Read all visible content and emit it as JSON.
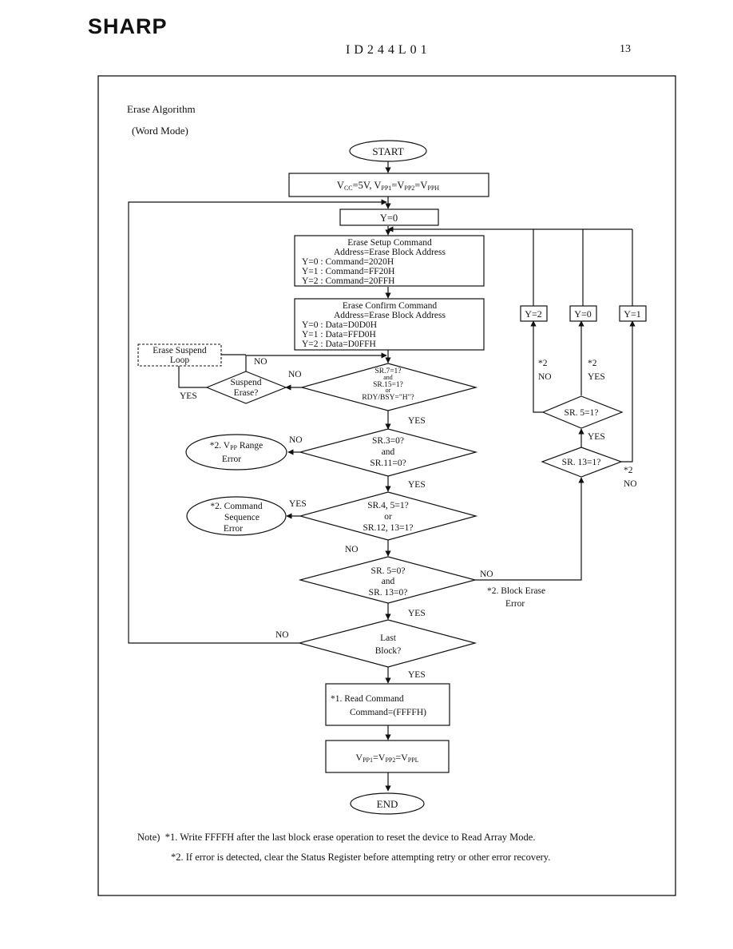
{
  "header": {
    "logo": "SHARP",
    "doc_id": "ID244L01",
    "page_number": "13"
  },
  "diagram": {
    "title": "Erase Algorithm",
    "mode": "(Word Mode)",
    "nodes": {
      "start": "START",
      "vcc_setup": [
        "V",
        "CC",
        "=5V, V",
        "PP1",
        "=V",
        "PP2",
        "=V",
        "PPH"
      ],
      "y_init": "Y=0",
      "erase_setup": [
        "Erase Setup Command",
        "Address=Erase Block Address",
        "Y=0 : Command=2020H",
        "Y=1 : Command=FF20H",
        "Y=2 : Command=20FFH"
      ],
      "erase_confirm": [
        "Erase Confirm Command",
        "Address=Erase Block Address",
        "Y=0 : Data=D0D0H",
        "Y=1 : Data=FFD0H",
        "Y=2 : Data=D0FFH"
      ],
      "suspend_loop": [
        "Erase Suspend",
        "Loop"
      ],
      "suspend_q": [
        "Suspend",
        "Erase?"
      ],
      "status_ready": [
        "SR.7=1?",
        "and",
        "SR.15=1?",
        "or",
        "RDY/BSY=\"H\"?"
      ],
      "vpp_check": [
        "SR.3=0?",
        "and",
        "SR.11=0?"
      ],
      "vpp_error": [
        "*2. V",
        "PP",
        " Range",
        "Error"
      ],
      "seq_check": [
        "SR.4, 5=1?",
        "or",
        "SR.12, 13=1?"
      ],
      "seq_error": [
        "*2. Command",
        "Sequence",
        "Error"
      ],
      "erase_check": [
        "SR. 5=0?",
        "and",
        "SR. 13=0?"
      ],
      "block_error": [
        "*2. Block Erase",
        "Error"
      ],
      "last_block": [
        "Last",
        "Block?"
      ],
      "read_cmd": [
        "*1. Read Command",
        "Command=(FFFFH)"
      ],
      "vpp_off": [
        "V",
        "PP1",
        "=V",
        "PP2",
        "=V",
        "PPL"
      ],
      "end": "END",
      "sr13": "SR. 13=1?",
      "sr5": "SR. 5=1?",
      "y2": "Y=2",
      "y0": "Y=0",
      "y1": "Y=1"
    },
    "labels": {
      "yes": "YES",
      "no": "NO",
      "mark2": "*2"
    }
  },
  "notes": {
    "prefix": "Note)",
    "note1": "*1.  Write FFFFH after the last block erase operation to reset the device to Read Array Mode.",
    "note2": "*2.  If error is detected, clear the Status Register before attempting retry or other error recovery."
  }
}
